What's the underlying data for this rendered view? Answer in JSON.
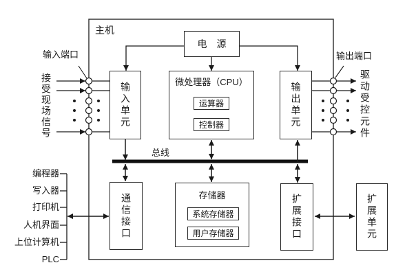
{
  "colors": {
    "line": "#1a1a1a",
    "background": "#ffffff"
  },
  "frame": {
    "label": "主机"
  },
  "power": {
    "label": "电　源"
  },
  "cpu": {
    "title": "微处理器（CPU）",
    "alu": "运算器",
    "controller": "控制器"
  },
  "input_unit": {
    "label": "输入单元"
  },
  "output_unit": {
    "label": "输出单元"
  },
  "bus": {
    "label": "总线"
  },
  "comm_interface": {
    "label": "通信接口"
  },
  "memory": {
    "title": "存储器",
    "system": "系统存储器",
    "user": "用户存储器"
  },
  "expansion_interface": {
    "label": "扩展接口"
  },
  "expansion_unit": {
    "label": "扩展单元"
  },
  "left_side": {
    "port_label": "输入端口",
    "signal_label": "接受现场信号",
    "peripherals": [
      "编程器",
      "写入器",
      "打印机",
      "人机界面",
      "上位计算机",
      "PLC"
    ]
  },
  "right_side": {
    "port_label": "输出端口",
    "target_label": "驱动受控元件"
  }
}
